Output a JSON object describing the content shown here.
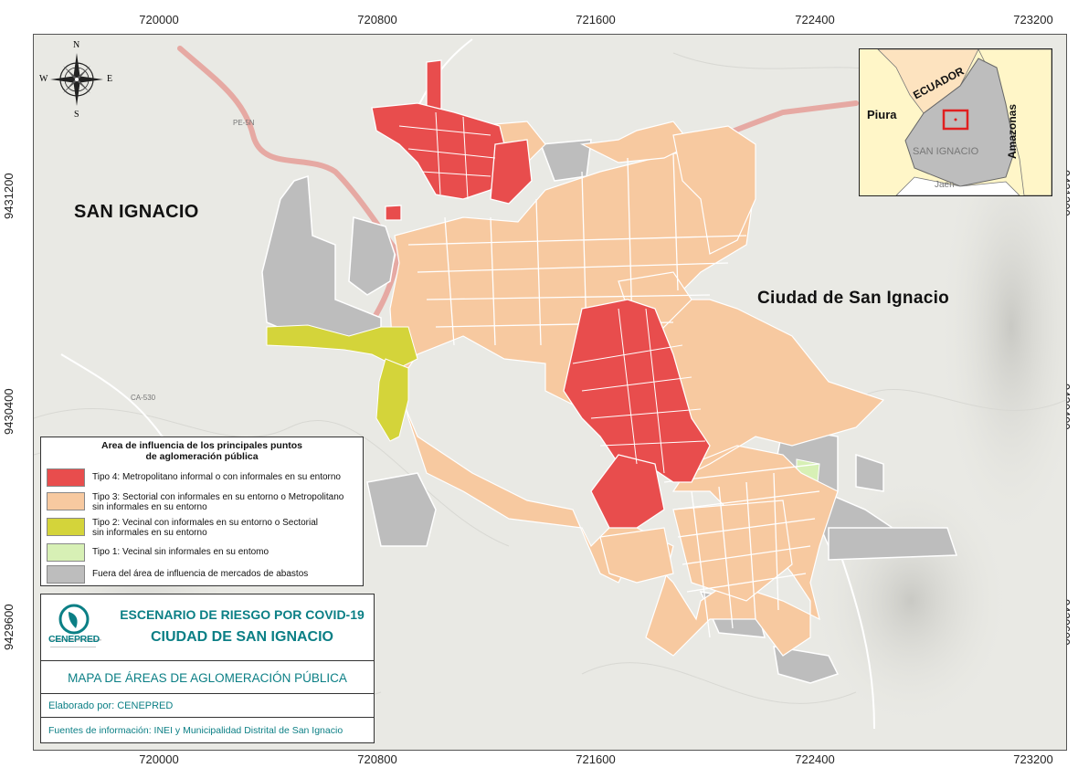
{
  "grid": {
    "x_ticks": [
      "720000",
      "720800",
      "721600",
      "722400",
      "723200"
    ],
    "y_ticks": [
      "9431200",
      "9430400",
      "9429600"
    ]
  },
  "map": {
    "labels": {
      "district": "SAN IGNACIO",
      "city": "Ciudad de San Ignacio"
    },
    "road_labels": [
      "PE-5N",
      "CA-530"
    ],
    "compass": {
      "n": "N",
      "s": "S",
      "e": "E",
      "w": "W"
    }
  },
  "inset": {
    "labels": {
      "ecuador": "ECUADOR",
      "piura": "Piura",
      "amazonas": "Amazonas",
      "san_ignacio": "SAN IGNACIO",
      "jaen": "Jaen"
    }
  },
  "legend": {
    "title_line1": "Area de influencia de los principales puntos",
    "title_line2": "de aglomeración pública",
    "items": [
      {
        "color": "#e84d4d",
        "line1": "Tipo 4: Metropolitano informal o con informales en su entorno",
        "line2": ""
      },
      {
        "color": "#f7c9a0",
        "line1": "Tipo 3: Sectorial con informales en su entorno o Metropolitano",
        "line2": "sin informales en su entorno"
      },
      {
        "color": "#d4d43a",
        "line1": "Tipo 2: Vecinal con informales en su entorno o Sectorial",
        "line2": "sin informales en su entorno"
      },
      {
        "color": "#d7f0b5",
        "line1": "Tipo 1: Vecinal sin informales en su entomo",
        "line2": ""
      },
      {
        "color": "#bdbdbd",
        "line1": "Fuera del área de influencia de mercados de abastos",
        "line2": ""
      }
    ]
  },
  "title_block": {
    "main_line1": "ESCENARIO DE RIESGO POR COVID-19",
    "main_line2": "CIUDAD DE SAN IGNACIO",
    "logo_text": "CENEPRED",
    "map_title": "MAPA DE ÁREAS DE AGLOMERACIÓN PÚBLICA",
    "author": "Elaborado por: CENEPRED",
    "sources": "Fuentes de información: INEI y Municipalidad Distrital de San Ignacio"
  },
  "colors": {
    "tipo4": "#e84d4d",
    "tipo3": "#f7c9a0",
    "tipo2": "#d4d43a",
    "tipo1": "#d7f0b5",
    "fuera": "#bdbdbd",
    "accent": "#0b7f85",
    "road": "#e6a9a3"
  }
}
